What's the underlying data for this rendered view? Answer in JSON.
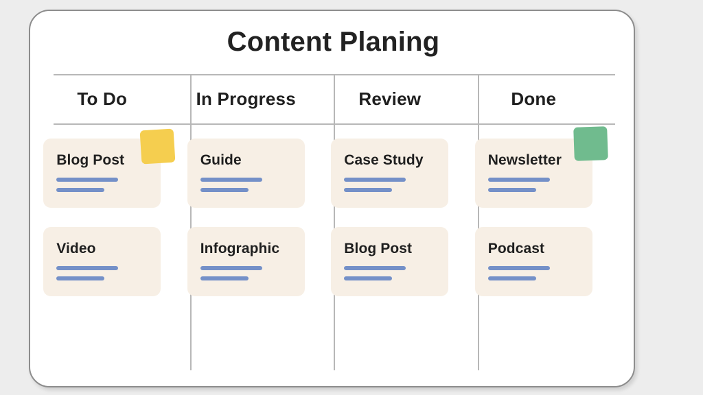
{
  "board": {
    "title": "Content Planing",
    "background_color": "#ffffff",
    "page_background_color": "#ededed",
    "border_color": "#8d8d8d",
    "rule_color": "#b7b7b7"
  },
  "card_style": {
    "background_color": "#f7efe5",
    "line_color": "#7490c8",
    "text_color": "#1f1f1f"
  },
  "notes": {
    "yellow_color": "#f5ce4f",
    "green_color": "#70bb8e"
  },
  "columns": [
    {
      "header": "To Do",
      "cards": [
        {
          "title": "Blog Post",
          "lines": 2,
          "sticky": "yellow-sticky-note"
        },
        {
          "title": "Video",
          "lines": 2,
          "sticky": null
        }
      ]
    },
    {
      "header": "In Progress",
      "cards": [
        {
          "title": "Guide",
          "lines": 2,
          "sticky": null
        },
        {
          "title": "Infographic",
          "lines": 2,
          "sticky": null
        }
      ]
    },
    {
      "header": "Review",
      "cards": [
        {
          "title": "Case Study",
          "lines": 2,
          "sticky": null
        },
        {
          "title": "Blog Post",
          "lines": 2,
          "sticky": null
        }
      ]
    },
    {
      "header": "Done",
      "cards": [
        {
          "title": "Newsletter",
          "lines": 2,
          "sticky": "green-sticky-note"
        },
        {
          "title": "Podcast",
          "lines": 2,
          "sticky": null
        }
      ]
    }
  ]
}
